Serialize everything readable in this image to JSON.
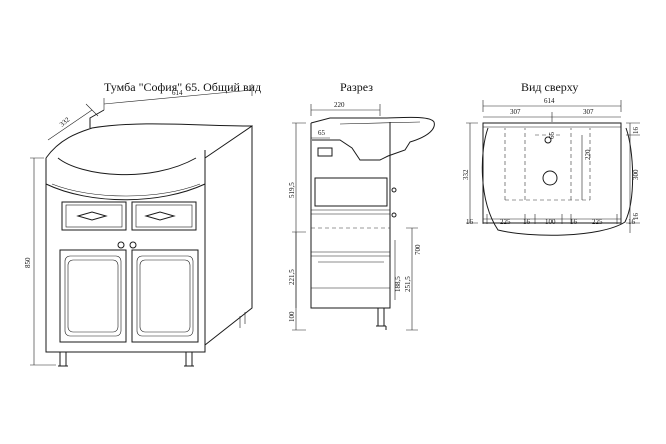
{
  "titles": {
    "general": "Тумба \"София\" 65. Общий вид",
    "section": "Разрез",
    "top": "Вид сверху"
  },
  "dims": {
    "general_width": "614",
    "general_depth": "332",
    "general_height": "850",
    "sec_top": "220",
    "sec_65": "65",
    "sec_5195": "519,5",
    "sec_2215": "221,5",
    "sec_100": "100",
    "sec_700": "700",
    "sec_1885": "188,5",
    "sec_2515": "251,5",
    "top_width": "614",
    "top_left": "307",
    "top_right": "307",
    "top_332": "332",
    "top_300": "300",
    "top_220": "220",
    "top_16a": "16",
    "top_16b": "16",
    "top_65": "65",
    "b_16a": "16",
    "b_225a": "225",
    "b_16b": "16",
    "b_100": "100",
    "b_16c": "16",
    "b_225b": "225",
    "b_16d": "16"
  }
}
